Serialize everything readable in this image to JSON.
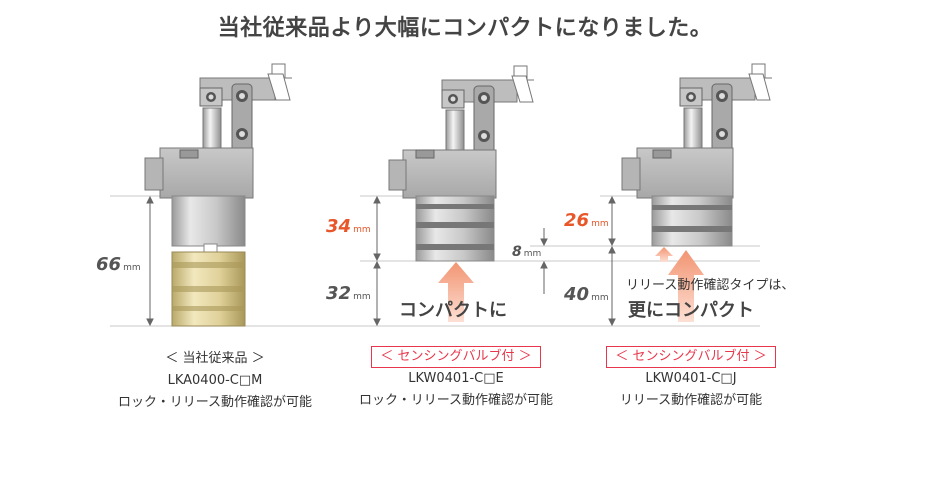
{
  "title": "当社従来品より大幅にコンパクトになりました。",
  "dimensions": {
    "d66": "66",
    "d34": "34",
    "d32": "32",
    "d8": "8",
    "d26": "26",
    "d40": "40",
    "unit": "mm"
  },
  "notes": {
    "compact_label": "コンパクトに",
    "release_type_line1": "リリース動作確認タイプは、",
    "release_type_line2": "更にコンパクト"
  },
  "products": [
    {
      "badge": "＜ 当社従来品 ＞",
      "model": "LKA0400-C□M",
      "feature": "ロック・リリース動作確認が可能"
    },
    {
      "badge": "＜ センシングバルブ付 ＞",
      "model": "LKW0401-C□E",
      "feature": "ロック・リリース動作確認が可能"
    },
    {
      "badge": "＜ センシングバルブ付 ＞",
      "model": "LKW0401-C□J",
      "feature": "リリース動作確認が可能"
    }
  ],
  "colors": {
    "accent": "#e8572a",
    "badge_border": "#e8374d",
    "arrow": "#f5a488",
    "brass": "#e6d7a0"
  }
}
